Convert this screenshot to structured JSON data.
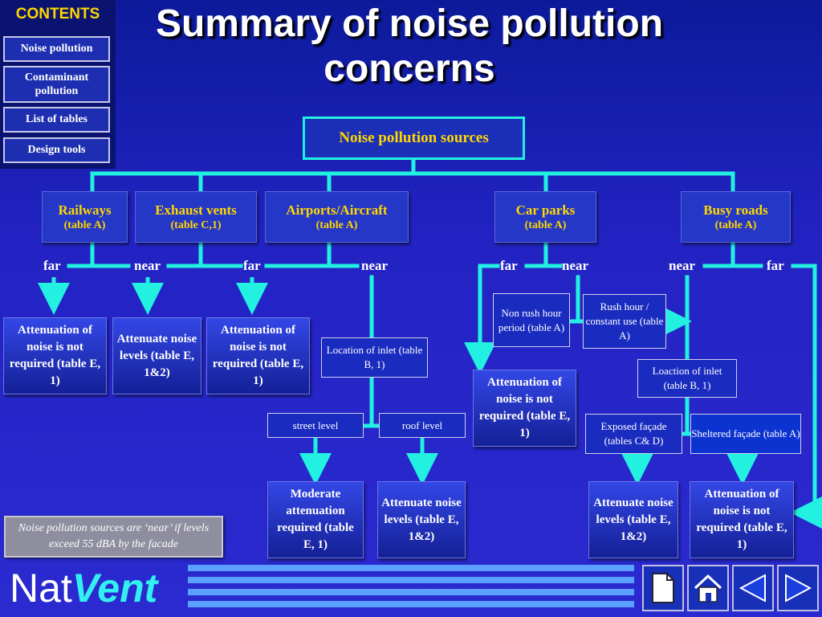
{
  "sidebar": {
    "title": "CONTENTS",
    "items": [
      {
        "label": "Noise pollution"
      },
      {
        "label": "Contaminant pollution"
      },
      {
        "label": "List of tables"
      },
      {
        "label": "Design tools"
      }
    ]
  },
  "title": "Summary of noise pollution concerns",
  "root": "Noise pollution sources",
  "categories": [
    {
      "title": "Railways",
      "sub": "(table A)"
    },
    {
      "title": "Exhaust vents",
      "sub": "(table C,1)"
    },
    {
      "title": "Airports/Aircraft",
      "sub": "(table A)"
    },
    {
      "title": "Car parks",
      "sub": "(table A)"
    },
    {
      "title": "Busy roads",
      "sub": "(table A)"
    }
  ],
  "labels": {
    "far1": "far",
    "near1": "near",
    "far2": "far",
    "near2": "near",
    "far3": "far",
    "near3": "near",
    "near4": "near",
    "far4": "far"
  },
  "results": {
    "r1": "Attenuation of noise is not required (table E, 1)",
    "r2": "Attenuate noise levels (table E, 1&2)",
    "r3": "Attenuation of noise is not required (table E, 1)",
    "r4": "Attenuation of noise is not required (table E, 1)",
    "r5": "Moderate attenuation required (table E, 1)",
    "r6": "Attenuate noise levels (table E, 1&2)",
    "r7": "Attenuate noise levels (table E, 1&2)",
    "r8": "Attenuation of noise is not required (table E, 1)"
  },
  "info": {
    "inlet1": "Location of inlet (table B, 1)",
    "street": "street level",
    "roof": "roof  level",
    "nonrush": "Non rush hour period (table A)",
    "rush": "Rush hour / constant use (table A)",
    "inlet2": "Loaction of inlet (table B, 1)",
    "exposed": "Exposed façade (tables C& D)",
    "sheltered": "Sheltered façade (table A)"
  },
  "note": "Noise pollution sources are ‘near’ if levels exceed 55 dBA by the facade",
  "logo": {
    "part1": "Nat",
    "part2": "Vent"
  },
  "colors": {
    "connector": "#22f0e0",
    "accent": "#ffd700",
    "background": "#2323c4"
  },
  "nav_icons": [
    "page-icon",
    "home-icon",
    "previous-arrow-icon",
    "next-arrow-icon"
  ]
}
